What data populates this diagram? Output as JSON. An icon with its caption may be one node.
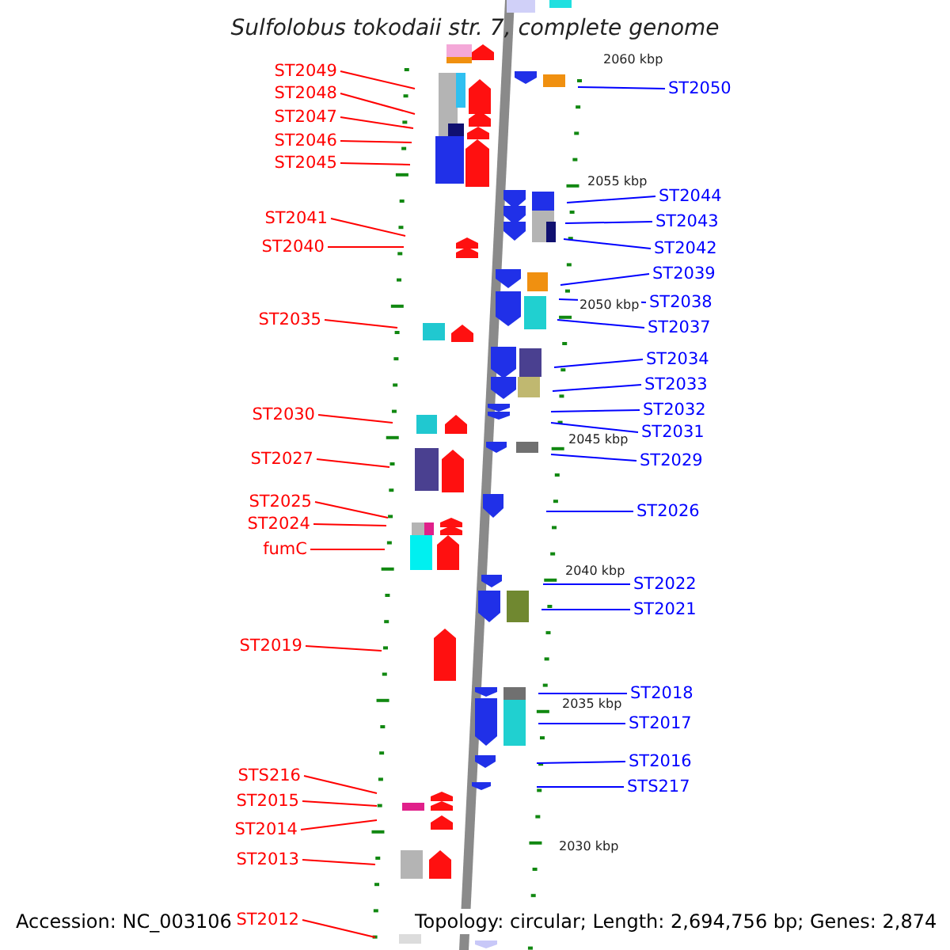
{
  "diagram": {
    "title": "Sulfolobus tokodaii str. 7, complete genome",
    "nodes": [
      {
        "text": [
          "ST2049"
        ]
      },
      {
        "text": [
          "ST2048"
        ]
      },
      {
        "text": [
          "ST2047"
        ]
      },
      {
        "text": [
          "ST2046"
        ]
      },
      {
        "text": [
          "ST2045"
        ]
      },
      {
        "text": [
          "ST2041"
        ]
      },
      {
        "text": [
          "ST2040"
        ]
      },
      {
        "text": [
          "ST2035"
        ]
      },
      {
        "text": [
          "ST2030"
        ]
      },
      {
        "text": [
          "ST2027"
        ]
      },
      {
        "text": [
          "ST2025"
        ]
      },
      {
        "text": [
          "ST2024"
        ]
      },
      {
        "text": [
          "fumC"
        ]
      },
      {
        "text": [
          "ST2019"
        ]
      },
      {
        "text": [
          "STS216"
        ]
      },
      {
        "text": [
          "ST2015"
        ]
      },
      {
        "text": [
          "ST2014"
        ]
      },
      {
        "text": [
          "ST2013"
        ]
      },
      {
        "text": [
          "ST2012"
        ]
      },
      {
        "text": [
          "ST2050"
        ]
      },
      {
        "text": [
          "ST2044"
        ]
      },
      {
        "text": [
          "ST2043"
        ]
      },
      {
        "text": [
          "ST2042"
        ]
      },
      {
        "text": [
          "ST2039"
        ]
      },
      {
        "text": [
          "ST2038"
        ]
      },
      {
        "text": [
          "ST2037"
        ]
      },
      {
        "text": [
          "ST2034"
        ]
      },
      {
        "text": [
          "ST2033"
        ]
      },
      {
        "text": [
          "ST2032"
        ]
      },
      {
        "text": [
          "ST2031"
        ]
      },
      {
        "text": [
          "ST2029"
        ]
      },
      {
        "text": [
          "ST2026"
        ]
      },
      {
        "text": [
          "ST2022"
        ]
      },
      {
        "text": [
          "ST2021"
        ]
      },
      {
        "text": [
          "ST2018"
        ]
      },
      {
        "text": [
          "ST2017"
        ]
      },
      {
        "text": [
          "ST2016"
        ]
      },
      {
        "text": [
          "STS217"
        ]
      }
    ],
    "edges": [
      {
        "from": 0,
        "to": null,
        "arrow": "none",
        "color": "#ff0000"
      },
      {
        "from": 1,
        "to": null,
        "arrow": "none",
        "color": "#ff0000"
      },
      {
        "from": 2,
        "to": null,
        "arrow": "none",
        "color": "#ff0000"
      },
      {
        "from": 3,
        "to": null,
        "arrow": "none",
        "color": "#ff0000"
      },
      {
        "from": 4,
        "to": null,
        "arrow": "none",
        "color": "#ff0000"
      },
      {
        "from": 5,
        "to": null,
        "arrow": "none",
        "color": "#ff0000"
      },
      {
        "from": 6,
        "to": null,
        "arrow": "none",
        "color": "#ff0000"
      },
      {
        "from": 7,
        "to": null,
        "arrow": "none",
        "color": "#ff0000"
      },
      {
        "from": 8,
        "to": null,
        "arrow": "none",
        "color": "#ff0000"
      },
      {
        "from": 9,
        "to": null,
        "arrow": "none",
        "color": "#ff0000"
      },
      {
        "from": 10,
        "to": null,
        "arrow": "none",
        "color": "#ff0000"
      },
      {
        "from": 11,
        "to": null,
        "arrow": "none",
        "color": "#ff0000"
      },
      {
        "from": 12,
        "to": null,
        "arrow": "none",
        "color": "#ff0000"
      },
      {
        "from": 13,
        "to": null,
        "arrow": "none",
        "color": "#ff0000"
      },
      {
        "from": 14,
        "to": null,
        "arrow": "none",
        "color": "#ff0000"
      },
      {
        "from": 15,
        "to": null,
        "arrow": "none",
        "color": "#ff0000"
      },
      {
        "from": 16,
        "to": null,
        "arrow": "none",
        "color": "#ff0000"
      },
      {
        "from": 17,
        "to": null,
        "arrow": "none",
        "color": "#ff0000"
      },
      {
        "from": 18,
        "to": null,
        "arrow": "none",
        "color": "#ff0000"
      },
      {
        "from": 19,
        "to": null,
        "arrow": "none",
        "color": "#0000ff"
      },
      {
        "from": 20,
        "to": null,
        "arrow": "none",
        "color": "#0000ff"
      },
      {
        "from": 21,
        "to": null,
        "arrow": "none",
        "color": "#0000ff"
      },
      {
        "from": 22,
        "to": null,
        "arrow": "none",
        "color": "#0000ff"
      },
      {
        "from": 23,
        "to": null,
        "arrow": "none",
        "color": "#0000ff"
      },
      {
        "from": 24,
        "to": null,
        "arrow": "none",
        "color": "#0000ff"
      },
      {
        "from": 25,
        "to": null,
        "arrow": "none",
        "color": "#0000ff"
      },
      {
        "from": 26,
        "to": null,
        "arrow": "none",
        "color": "#0000ff"
      },
      {
        "from": 27,
        "to": null,
        "arrow": "none",
        "color": "#0000ff"
      },
      {
        "from": 28,
        "to": null,
        "arrow": "none",
        "color": "#0000ff"
      },
      {
        "from": 29,
        "to": null,
        "arrow": "none",
        "color": "#0000ff"
      },
      {
        "from": 30,
        "to": null,
        "arrow": "none",
        "color": "#0000ff"
      },
      {
        "from": 31,
        "to": null,
        "arrow": "none",
        "color": "#0000ff"
      },
      {
        "from": 32,
        "to": null,
        "arrow": "none",
        "color": "#0000ff"
      },
      {
        "from": 33,
        "to": null,
        "arrow": "none",
        "color": "#0000ff"
      },
      {
        "from": 34,
        "to": null,
        "arrow": "none",
        "color": "#0000ff"
      },
      {
        "from": 35,
        "to": null,
        "arrow": "none",
        "color": "#0000ff"
      },
      {
        "from": 36,
        "to": null,
        "arrow": "none",
        "color": "#0000ff"
      },
      {
        "from": 37,
        "to": null,
        "arrow": "none",
        "color": "#0000ff"
      }
    ],
    "labels": [
      "2060 kbp",
      "2055 kbp",
      "2050 kbp",
      "2045 kbp",
      "2040 kbp",
      "2035 kbp",
      "2030 kbp",
      "Accession: NC_003106",
      "Topology: circular; Length: 2,694,756 bp; Genes: 2,874"
    ]
  }
}
